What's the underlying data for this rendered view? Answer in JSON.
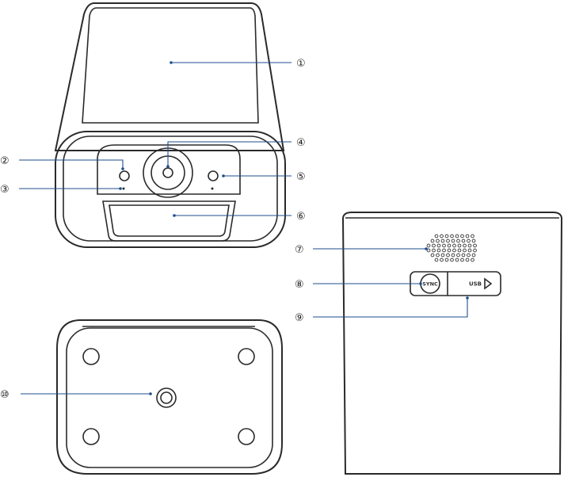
{
  "callouts": [
    {
      "id": "1",
      "label": "①"
    },
    {
      "id": "2",
      "label": "②"
    },
    {
      "id": "3",
      "label": "③"
    },
    {
      "id": "4",
      "label": "④"
    },
    {
      "id": "5",
      "label": "⑤"
    },
    {
      "id": "6",
      "label": "⑥"
    },
    {
      "id": "7",
      "label": "⑦"
    },
    {
      "id": "8",
      "label": "⑧"
    },
    {
      "id": "9",
      "label": "⑨"
    },
    {
      "id": "10",
      "label": "⑩"
    }
  ],
  "device_labels": {
    "sync_button": "SYNC",
    "usb_port": "USB"
  },
  "colors": {
    "outline": "#2a2a2a",
    "leader": "#1f4e8c",
    "background": "#ffffff"
  }
}
